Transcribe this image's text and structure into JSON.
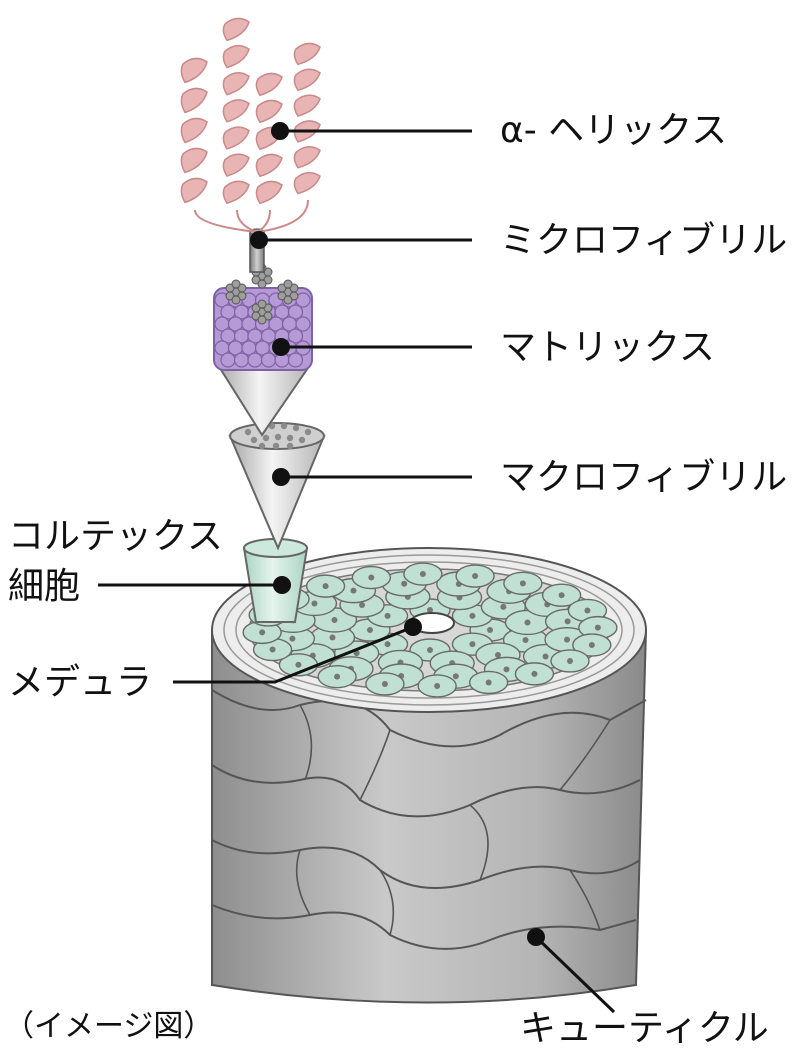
{
  "labels": {
    "alpha_helix": "α- ヘリックス",
    "microfibril": "ミクロフィブリル",
    "matrix": "マトリックス",
    "macrofibril": "マクロフィブリル",
    "cortex_line1": "コルテックス",
    "cortex_line2": "細胞",
    "medulla": "メデュラ",
    "cuticle": "キューティクル",
    "note": "（イメージ図）"
  },
  "colors": {
    "helix": "#e8b4b4",
    "helix_edge": "#c98a8a",
    "matrix": "#b59ad6",
    "matrix_edge": "#7e62a6",
    "microfibril": "#9a9a9a",
    "cone": "#d9d9d9",
    "cortex_cell": "#bfe0d2",
    "cortex_edge": "#6a6a6a",
    "cuticle": "#b0b0b0",
    "cuticle_edge": "#5a5a5a",
    "leader": "#111111"
  }
}
